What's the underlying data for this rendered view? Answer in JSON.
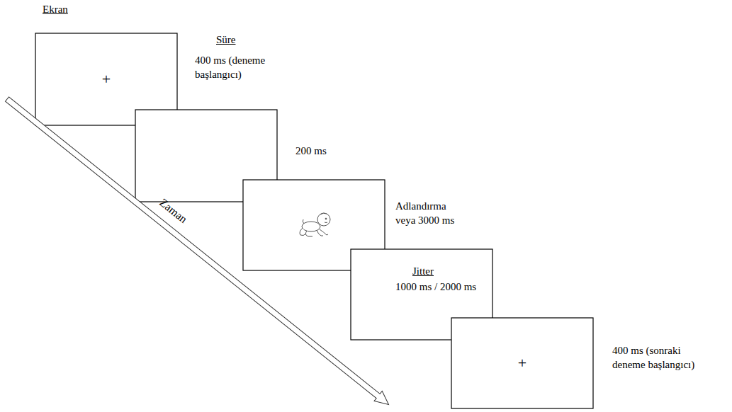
{
  "diagram": {
    "nodes": [
      {
        "text": [
          "+"
        ]
      },
      {
        "text": [
          "+"
        ]
      }
    ],
    "labels": [
      "Ekran",
      "Süre",
      "400 ms (deneme başlangıcı)",
      "200 ms",
      "Adlandırma veya 3000 ms",
      "Jitter",
      "1000 ms / 2000 ms",
      "400 ms (sonraki deneme başlangıcı)",
      "Zaman"
    ]
  }
}
